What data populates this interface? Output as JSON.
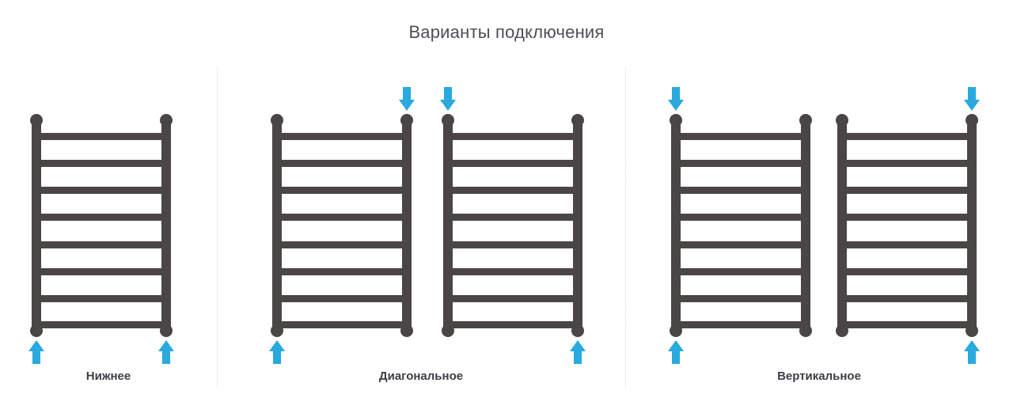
{
  "page": {
    "title": "Варианты подключения",
    "background_color": "#ffffff"
  },
  "colors": {
    "title_text": "#4b4f55",
    "label_text": "#3b3f44",
    "ladder_metal": "#4a4645",
    "arrow_blue": "#29a9dd",
    "divider": "#d8d8d8"
  },
  "sections": [
    {
      "id": "bottom",
      "label": "Нижнее",
      "ladders": [
        {
          "id": "bottom-ladder-1",
          "rungs": 8,
          "arrows": [
            {
              "id": "arrow-bottom-left",
              "direction": "up",
              "corner": "bottom-left"
            },
            {
              "id": "arrow-bottom-right",
              "direction": "up",
              "corner": "bottom-right"
            }
          ]
        }
      ]
    },
    {
      "id": "diagonal",
      "label": "Диагональное",
      "ladders": [
        {
          "id": "diagonal-ladder-1",
          "rungs": 8,
          "arrows": [
            {
              "id": "arrow-diag1-top-right",
              "direction": "down",
              "corner": "top-right"
            },
            {
              "id": "arrow-diag1-bottom-left",
              "direction": "up",
              "corner": "bottom-left"
            }
          ]
        },
        {
          "id": "diagonal-ladder-2",
          "rungs": 8,
          "arrows": [
            {
              "id": "arrow-diag2-top-left",
              "direction": "down",
              "corner": "top-left"
            },
            {
              "id": "arrow-diag2-bottom-right",
              "direction": "up",
              "corner": "bottom-right"
            }
          ]
        }
      ]
    },
    {
      "id": "vertical",
      "label": "Вертикальное",
      "ladders": [
        {
          "id": "vertical-ladder-1",
          "rungs": 8,
          "arrows": [
            {
              "id": "arrow-vert1-top-left",
              "direction": "down",
              "corner": "top-left"
            },
            {
              "id": "arrow-vert1-bottom-left",
              "direction": "up",
              "corner": "bottom-left"
            }
          ]
        },
        {
          "id": "vertical-ladder-2",
          "rungs": 8,
          "arrows": [
            {
              "id": "arrow-vert2-top-right",
              "direction": "down",
              "corner": "top-right"
            },
            {
              "id": "arrow-vert2-bottom-right",
              "direction": "up",
              "corner": "bottom-right"
            }
          ]
        }
      ]
    }
  ]
}
